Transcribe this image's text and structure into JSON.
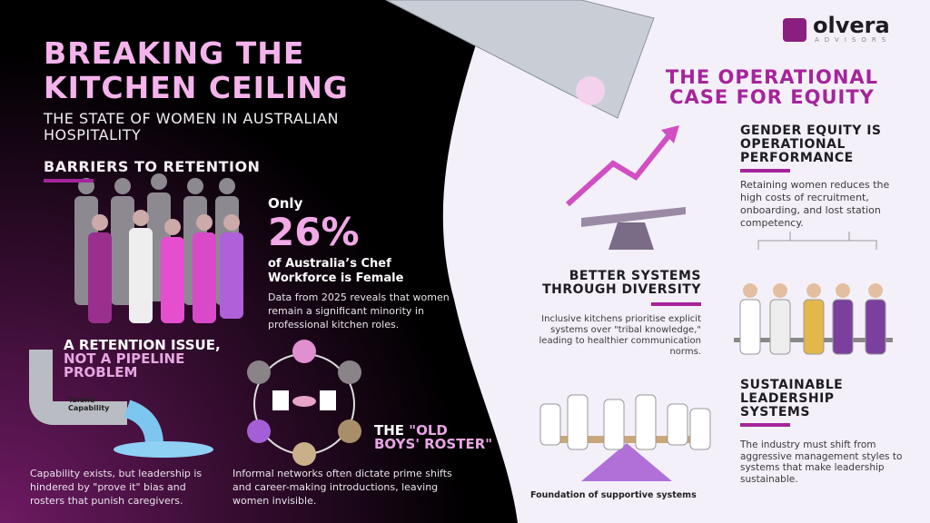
{
  "brand": {
    "name": "olvera",
    "tagline": "ADVISORS"
  },
  "left": {
    "title_line1": "BREAKING THE",
    "title_line2": "KITCHEN CEILING",
    "subtitle": "THE STATE OF WOMEN IN AUSTRALIAN HOSPITALITY",
    "section": "BARRIERS TO RETENTION",
    "stat": {
      "prefix": "Only",
      "value": "26%",
      "label": "of Australia’s Chef Workforce is Female",
      "desc": "Data from 2025 reveals that women remain a significant minority in professional kitchen roles."
    },
    "retention": {
      "line1": "A RETENTION ISSUE,",
      "line2": "NOT A PIPELINE PROBLEM",
      "pipe_label": "Talent/ Capability",
      "desc": "Capability exists, but leadership is hindered by \"prove it\" bias and rosters that punish caregivers."
    },
    "roster": {
      "line1": "THE ",
      "line1b": "\"OLD",
      "line2": "BOYS' ROSTER\"",
      "desc": "Informal networks often dictate prime shifts and career-making introductions, leaving women invisible."
    }
  },
  "right": {
    "title": "THE OPERATIONAL CASE FOR EQUITY",
    "gender": {
      "title": "GENDER EQUITY IS OPERATIONAL PERFORMANCE",
      "desc": "Retaining women reduces the high costs of recruitment, onboarding, and lost station competency."
    },
    "diversity": {
      "title": "BETTER SYSTEMS THROUGH DIVERSITY",
      "desc": "Inclusive kitchens prioritise explicit systems over \"tribal knowledge,\" leading to healthier communication norms."
    },
    "foundation_caption": "Foundation of supportive systems",
    "sustainable": {
      "title": "SUSTAINABLE LEADERSHIP SYSTEMS",
      "desc": "The industry must shift from aggressive management styles to systems that make leadership sustainable."
    }
  },
  "colors": {
    "accent": "#a5249b",
    "pink": "#f2a9e8",
    "dark": "#000000",
    "light": "#f4f0fa"
  }
}
